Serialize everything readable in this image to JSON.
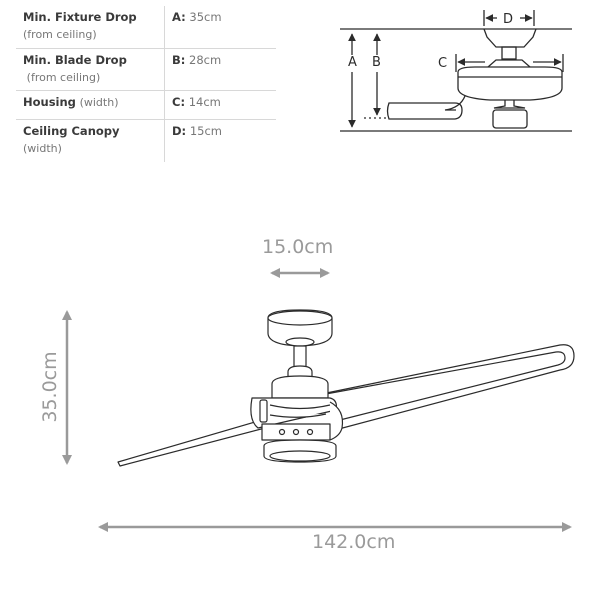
{
  "spec_table": {
    "rows": [
      {
        "label": "Min. Fixture Drop",
        "sublabel": "(from ceiling)",
        "key": "A:",
        "value": "35cm"
      },
      {
        "label": "Min. Blade Drop",
        "sublabel": "(from ceiling)",
        "key": "B:",
        "value": "28cm"
      },
      {
        "label": "Housing",
        "sublabel": "(width)",
        "key": "C:",
        "value": "14cm"
      },
      {
        "label": "Ceiling Canopy",
        "sublabel": "(width)",
        "key": "D:",
        "value": "15cm"
      }
    ]
  },
  "schematic": {
    "labels": {
      "a": "A",
      "b": "B",
      "c": "C",
      "d": "D"
    }
  },
  "dimensions": {
    "canopy_width": "15.0cm",
    "height": "35.0cm",
    "span": "142.0cm"
  },
  "colors": {
    "dimension_gray": "#9a9a9a",
    "line_dark": "#2b2b2b",
    "table_rule": "#d8d8d8"
  }
}
